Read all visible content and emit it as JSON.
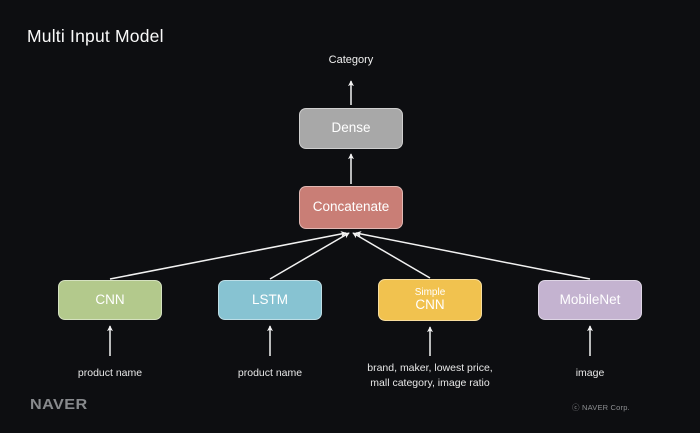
{
  "title": "Multi Input Model",
  "colors": {
    "background": "#0d0e11",
    "arrow": "#f2f2f2",
    "dense": "#a8a8a8",
    "concatenate": "#c97e76",
    "cnn": "#b3c98c",
    "lstm": "#87c3d2",
    "simple_cnn": "#f1c24f",
    "mobilenet": "#c4b3d0"
  },
  "diagram": {
    "output_label": "Category",
    "nodes": {
      "dense": {
        "label": "Dense"
      },
      "concatenate": {
        "label": "Concatenate"
      },
      "cnn": {
        "label": "CNN"
      },
      "lstm": {
        "label": "LSTM"
      },
      "simple_cnn": {
        "line1": "Simple",
        "line2": "CNN"
      },
      "mobilenet": {
        "label": "MobileNet"
      }
    },
    "inputs": {
      "cnn": "product name",
      "lstm": "product name",
      "simple_cnn_line1": "brand, maker, lowest price,",
      "simple_cnn_line2": "mall category, image ratio",
      "mobilenet": "image"
    }
  },
  "footer": {
    "logo": "NAVER",
    "copyright": "ⓒ NAVER Corp."
  }
}
